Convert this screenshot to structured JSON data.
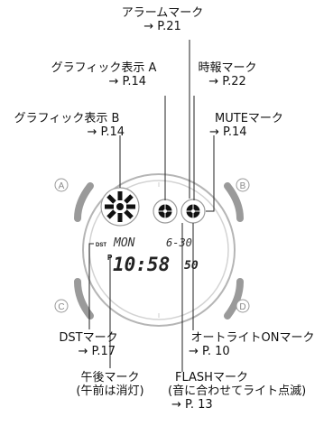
{
  "labels": {
    "alarm": {
      "name": "アラームマーク",
      "ref": "→ P.21"
    },
    "graphic_a": {
      "name": "グラフィック表示 A",
      "ref": "→ P.14"
    },
    "hourly": {
      "name": "時報マーク",
      "ref": "→ P.22"
    },
    "graphic_b": {
      "name": "グラフィック表示 B",
      "ref": "→ P.14"
    },
    "mute": {
      "name": "MUTEマーク",
      "ref": "→ P.14"
    },
    "dst": {
      "name": "DSTマーク",
      "ref": "→ P.17"
    },
    "autolight": {
      "name": "オートライトONマーク",
      "ref": "→ P. 10"
    },
    "pm": {
      "name": "午後マーク",
      "note": "(午前は消灯)"
    },
    "flash": {
      "name": "FLASHマーク",
      "note": "(音に合わせてライト点滅)",
      "ref": "→ P. 13"
    }
  },
  "buttons": {
    "a": "A",
    "b": "B",
    "c": "C",
    "d": "D"
  },
  "display": {
    "dst_tag": "DST",
    "pm_tag": "P",
    "day": "MON",
    "date": "6-30",
    "time": "10:58",
    "seconds": "50"
  }
}
